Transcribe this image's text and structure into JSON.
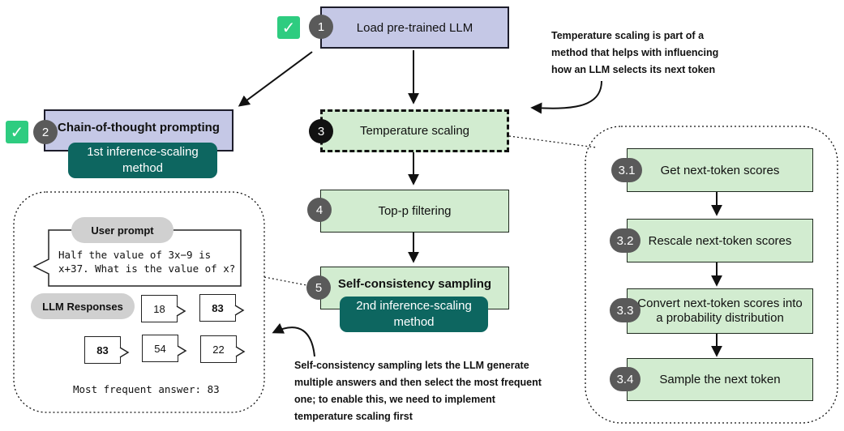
{
  "steps": {
    "s1": {
      "num": "1",
      "label": "Load pre-trained LLM"
    },
    "s2": {
      "num": "2",
      "label": "Chain-of-thought prompting",
      "tag": "1st inference-scaling method"
    },
    "s3": {
      "num": "3",
      "label": "Temperature scaling"
    },
    "s4": {
      "num": "4",
      "label": "Top-p filtering"
    },
    "s5": {
      "num": "5",
      "label": "Self-consistency sampling",
      "tag": "2nd inference-scaling method"
    }
  },
  "substeps": [
    {
      "num": "3.1",
      "label": "Get next-token scores"
    },
    {
      "num": "3.2",
      "label": "Rescale next-token scores"
    },
    {
      "num": "3.3",
      "label": "Convert next-token scores into a probability distribution"
    },
    {
      "num": "3.4",
      "label": "Sample the next token"
    }
  ],
  "example": {
    "user_prompt_label": "User prompt",
    "prompt_text": "Half the value of 3x−9 is x+37. What is the value of x?",
    "responses_label": "LLM Responses",
    "responses": [
      "18",
      "83",
      "83",
      "54",
      "22"
    ],
    "footer": "Most frequent answer: 83"
  },
  "annotations": {
    "temperature": "Temperature scaling is part of a method that helps with influencing how an LLM selects its next token",
    "self_consistency": "Self-consistency sampling  lets the LLM generate multiple answers and then select the most frequent one; to enable this, we need to implement temperature scaling first"
  },
  "icons": {
    "done": "checkmark-icon"
  },
  "colors": {
    "purple": "#c5c8e6",
    "green": "#d2ecd0",
    "teal": "#0d6660",
    "check": "#2ecc80"
  }
}
